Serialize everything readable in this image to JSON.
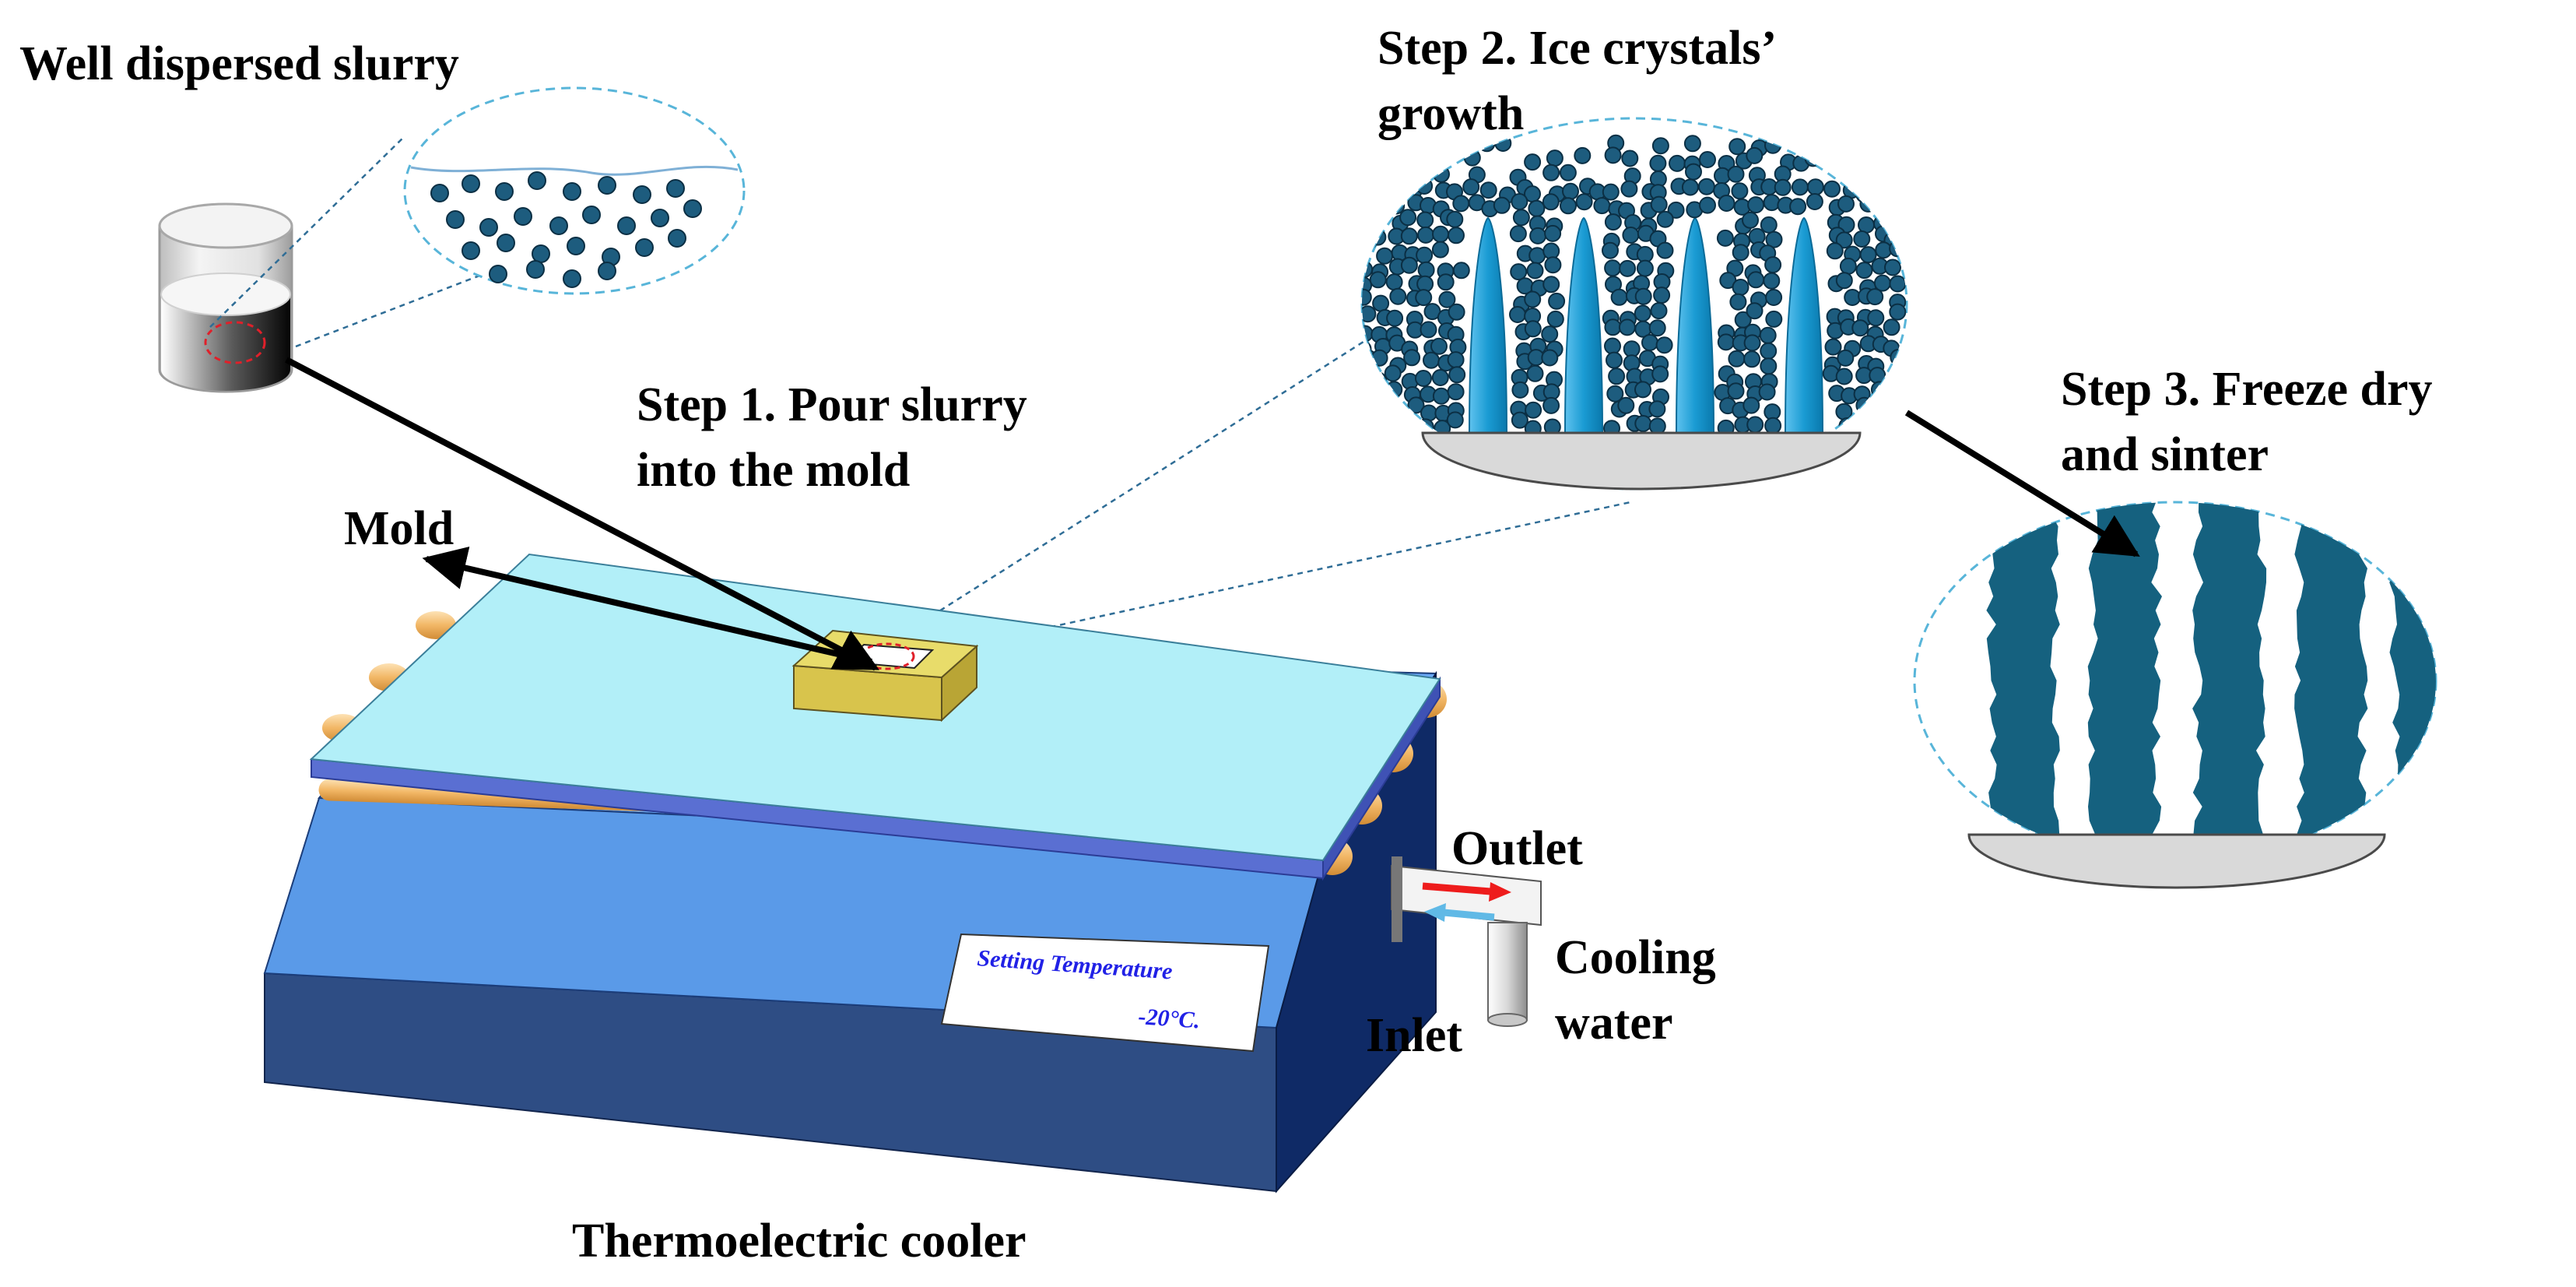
{
  "labels": {
    "slurry": "Well dispersed slurry",
    "step1_line1": "Step 1. Pour slurry",
    "step1_line2": "into the mold",
    "step2_line1": "Step 2. Ice crystals’",
    "step2_line2": "growth",
    "step3_line1": "Step 3. Freeze dry",
    "step3_line2": "and sinter",
    "mold": "Mold",
    "outlet": "Outlet",
    "inlet": "Inlet",
    "cooling_line1": "Cooling",
    "cooling_line2": "water",
    "device": "Thermoelectric cooler"
  },
  "display": {
    "line1": "Setting Temperature",
    "line2": "-20°C."
  },
  "colors": {
    "particle": "#1d5c7e",
    "particle_stroke": "#0b2f44",
    "ice": "#1c9cd4",
    "sintered": "#15617f",
    "substrate": "#d9d9d9",
    "plate_top": "#b2eff8",
    "plate_edge": "#5a6fd2",
    "pipe": "#f2b766",
    "base_front": "#2e4d84",
    "base_top": "#6ba9f5",
    "base_side": "#0f2a66",
    "mold": "#e8dc6a",
    "display_text": "#2121e6",
    "outlet_arrow": "#ee1c1c",
    "inlet_arrow": "#60b9e6"
  }
}
